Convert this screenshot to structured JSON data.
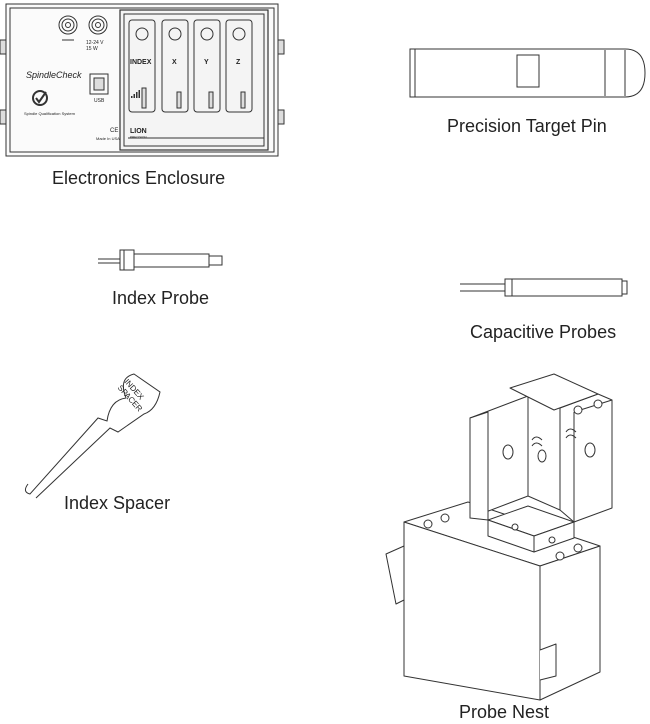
{
  "labels": {
    "enclosure": "Electronics Enclosure",
    "target_pin": "Precision Target Pin",
    "index_probe": "Index Probe",
    "capacitive_probes": "Capacitive Probes",
    "index_spacer": "Index Spacer",
    "probe_nest": "Probe Nest"
  },
  "enclosure_panel": {
    "brand": "SpindleCheck",
    "subtitle": "Spindle Qualification System",
    "power_rating_1": "12-24 V",
    "power_rating_2": "15 W",
    "usb": "USB",
    "ce_mark": "CE",
    "made_in": "Made In USA",
    "channels": [
      "INDEX",
      "X",
      "Y",
      "Z"
    ],
    "logo": "LION",
    "logo_sub": "PRECISION"
  },
  "spacer_text": [
    "INDEX",
    "SPACER"
  ],
  "colors": {
    "line": "#333333",
    "panel_fill": "#f4f4f4",
    "text": "#222222"
  }
}
